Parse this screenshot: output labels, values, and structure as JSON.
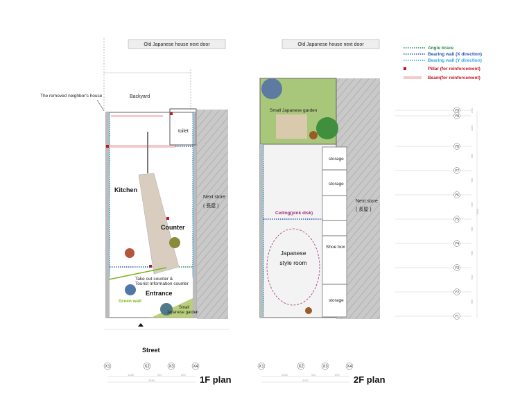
{
  "legend": {
    "angle_brace": "Angle brace",
    "bearing_x": "Bearing wall (X direction)",
    "bearing_y": "Bearing wall (Y direction)",
    "pillar": "Pillar (for reinforcement)",
    "beam": "Beam(for reinforcement)",
    "colors": {
      "angle_brace": "#2e8b57",
      "bearing_x": "#2a55b0",
      "bearing_y": "#29a8e0",
      "pillar": "#c0151f",
      "beam": "#f4c9cc"
    }
  },
  "plan1": {
    "title": "1F plan",
    "neighbor": "Old Japanese house next door",
    "removed_house": "The removed neighbor's house",
    "backyard": "Backyard",
    "toilet": "toilet",
    "kitchen": "Kitchen",
    "counter": "Counter",
    "next_store": "Next store",
    "next_store_jp": "( 長屋 )",
    "takeout_1": "Take out counter &",
    "takeout_2": "Tourist Information counter",
    "entrance": "Entrance",
    "green_wall": "Green wall",
    "garden_1": "Small",
    "garden_2": "Japanese garden",
    "street": "Street",
    "x_axes": [
      "X1",
      "X2",
      "X3",
      "X4"
    ],
    "dims": [
      "1480",
      "910",
      "890"
    ],
    "total": "3280"
  },
  "plan2": {
    "title": "2F plan",
    "neighbor": "Old Japanese house next door",
    "garden": "Small Japanese garden",
    "storage": "storage",
    "next_store": "Next store",
    "next_store_jp": "( 長屋 )",
    "ceiling": "Ceiling(pink disk)",
    "room_1": "Japanese",
    "room_2": "style room",
    "shoe_box": "Shoe box",
    "x_axes": [
      "X1",
      "X2",
      "X3",
      "X4"
    ],
    "dims": [
      "1480",
      "910",
      "890"
    ],
    "total": "3280"
  },
  "y_axes": [
    "Y9",
    "Y8",
    "Y8",
    "Y7",
    "Y6",
    "Y5",
    "Y4",
    "Y3",
    "Y2",
    "Y1"
  ],
  "y_dims": [
    "200",
    "1140",
    "905",
    "905",
    "905",
    "905",
    "905",
    "910",
    "905"
  ],
  "y_total": "7490"
}
